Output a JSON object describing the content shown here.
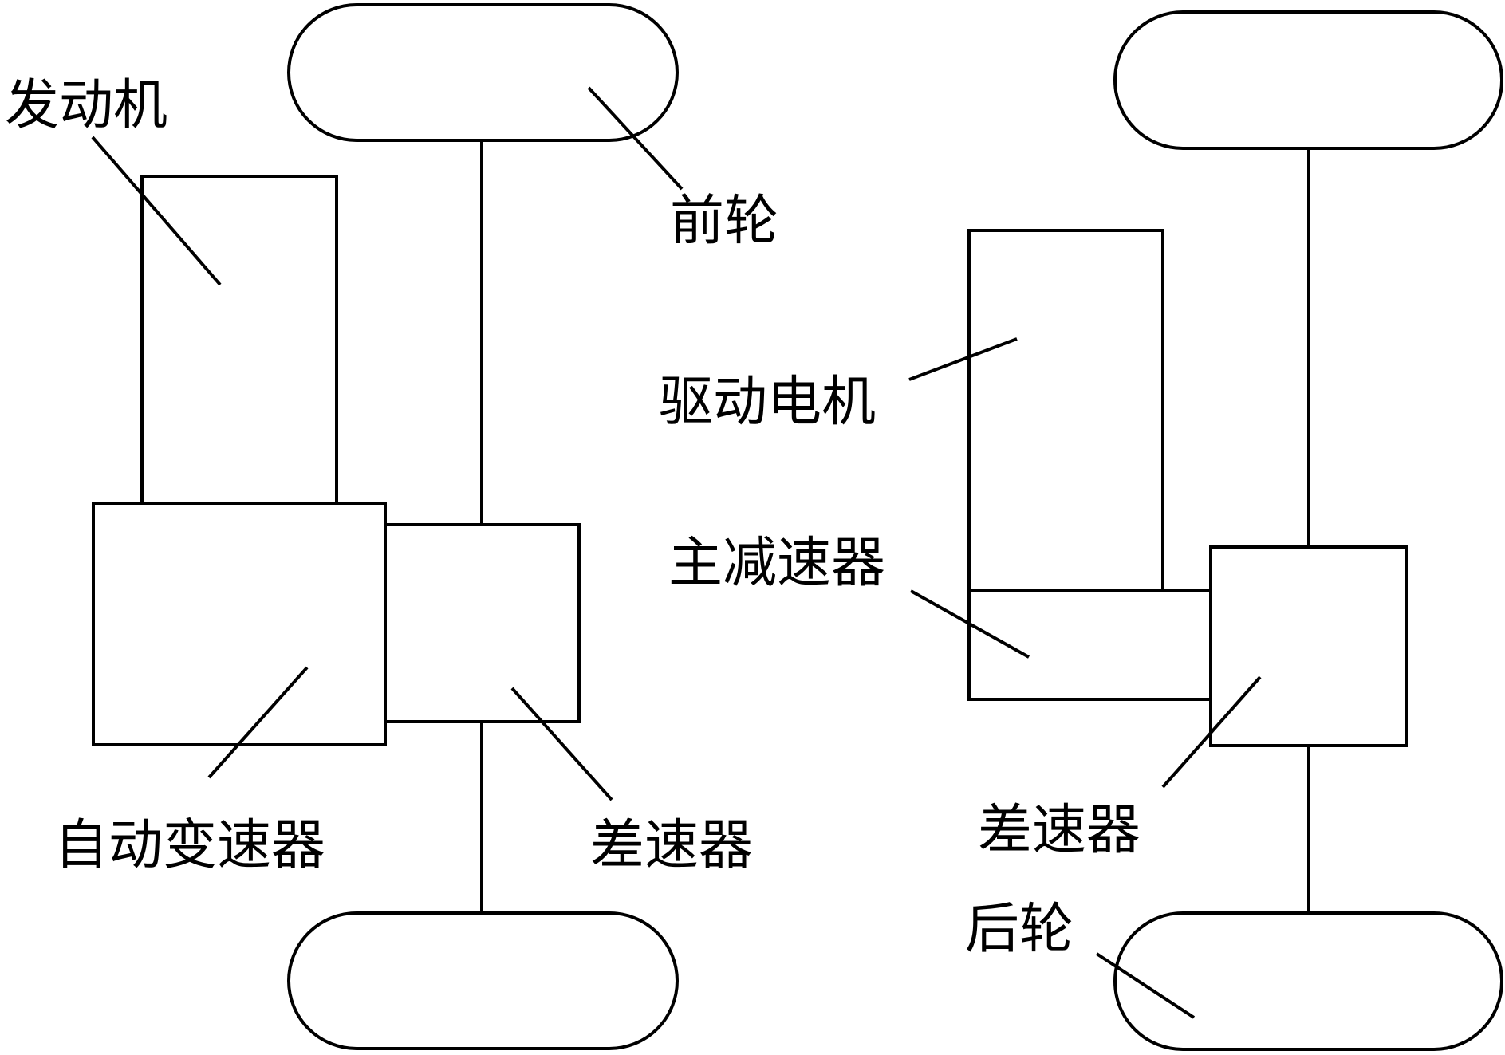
{
  "left": {
    "engine_label": "发动机",
    "front_wheel_label": "前轮",
    "transmission_label": "自动变速器",
    "differential_label": "差速器"
  },
  "right": {
    "motor_label": "驱动电机",
    "reducer_label": "主减速器",
    "differential_label": "差速器",
    "rear_wheel_label": "后轮"
  },
  "colors": {
    "stroke": "#000000",
    "background": "#ffffff"
  }
}
